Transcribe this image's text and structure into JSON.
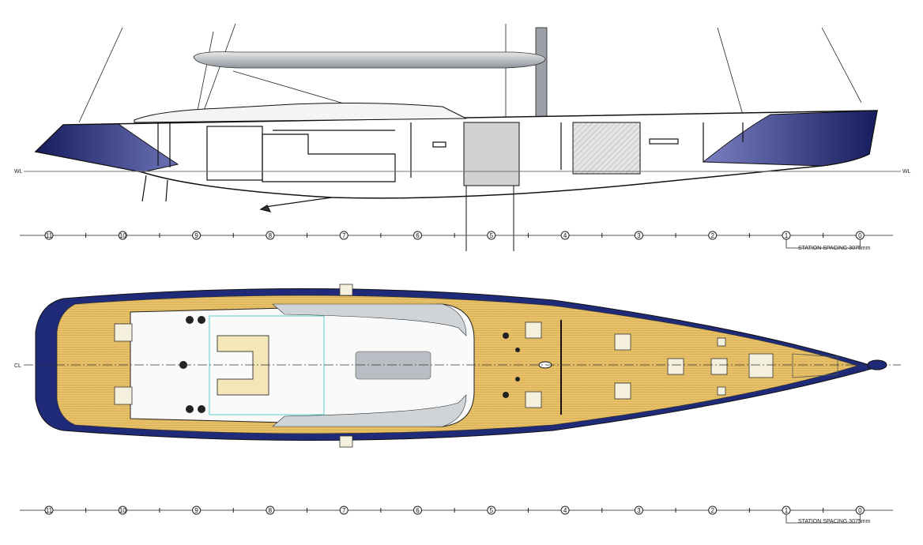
{
  "drawing": {
    "profile_view": {
      "station_labels": [
        "11",
        "10",
        "9",
        "8",
        "7",
        "6",
        "5",
        "4",
        "3",
        "2",
        "1",
        "0"
      ],
      "station_spacing_label": "STATION SPACING 3075mm",
      "waterline_label_left": "WL",
      "waterline_label_right": "WL"
    },
    "plan_view": {
      "station_labels": [
        "11",
        "10",
        "9",
        "8",
        "7",
        "6",
        "5",
        "4",
        "3",
        "2",
        "1",
        "0"
      ],
      "station_spacing_label": "STATION SPACING 3075mm",
      "centerline_label": "CL"
    },
    "colors": {
      "hull_blue": "#1f2a78",
      "deck_teak": "#e8c168",
      "boom_grey": "#b8bcc0",
      "line": "#111111"
    }
  }
}
